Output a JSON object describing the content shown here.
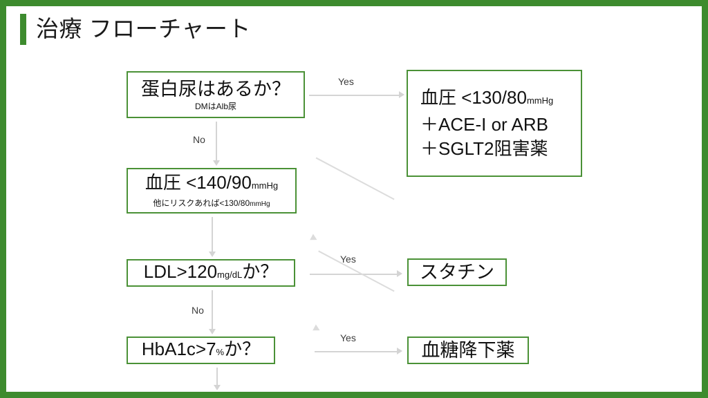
{
  "slide": {
    "title": "治療 フローチャート",
    "accent_color": "#3d8b2e",
    "box_border_color": "#4a9136",
    "connector_color": "#d4d4d4",
    "background": "#ffffff"
  },
  "nodes": {
    "proteinuria": {
      "main": "蛋白尿はあるか？",
      "sub": "DMはAlb尿"
    },
    "bp140": {
      "main_text": "血圧 <140/90",
      "main_unit": "mmHg",
      "sub_text": "他にリスクあれば<130/80",
      "sub_unit": "mmHg"
    },
    "ldl": {
      "prefix": "LDL>120",
      "unit": "mg/dL",
      "suffix": "か？"
    },
    "hba1c": {
      "prefix": "HbA1c>7",
      "unit": "%",
      "suffix": "か？"
    },
    "bp130": {
      "line1_text": "血圧 <130/80",
      "line1_unit": "mmHg",
      "line2": "＋ACE-I or ARB",
      "line3": "＋SGLT2阻害薬"
    },
    "statin": {
      "main": "スタチン"
    },
    "glucose": {
      "main": "血糖降下薬"
    }
  },
  "edges": {
    "proteinuria_yes": "Yes",
    "proteinuria_no": "No",
    "ldl_yes": "Yes",
    "ldl_no": "No",
    "hba1c_yes": "Yes"
  }
}
